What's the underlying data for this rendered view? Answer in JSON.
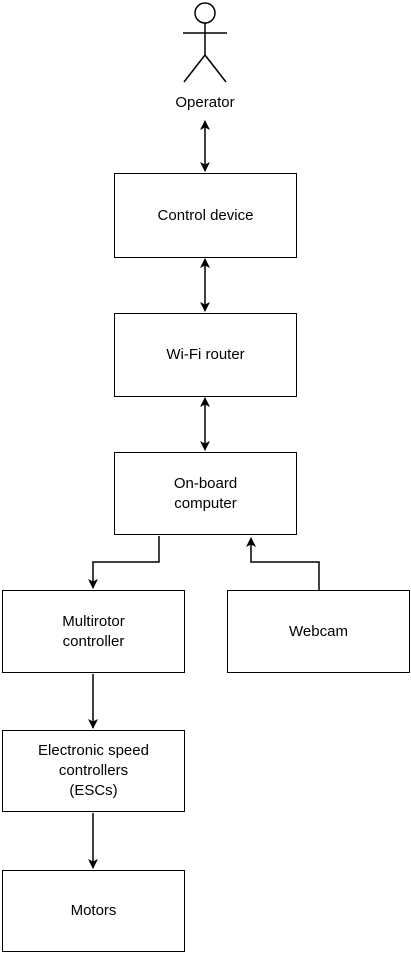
{
  "actor": {
    "label": "Operator",
    "icon": "stick-figure-icon"
  },
  "nodes": {
    "control_device": "Control device",
    "wifi_router": "Wi-Fi router",
    "onboard_computer": "On-board\ncomputer",
    "multirotor_controller": "Multirotor\ncontroller",
    "webcam": "Webcam",
    "escs": "Electronic speed\ncontrollers\n(ESCs)",
    "motors": "Motors"
  },
  "edges": [
    {
      "from": "actor",
      "to": "control_device",
      "direction": "both"
    },
    {
      "from": "control_device",
      "to": "wifi_router",
      "direction": "both"
    },
    {
      "from": "wifi_router",
      "to": "onboard_computer",
      "direction": "both"
    },
    {
      "from": "onboard_computer",
      "to": "multirotor_controller",
      "direction": "forward"
    },
    {
      "from": "webcam",
      "to": "onboard_computer",
      "direction": "forward"
    },
    {
      "from": "multirotor_controller",
      "to": "escs",
      "direction": "forward"
    },
    {
      "from": "escs",
      "to": "motors",
      "direction": "forward"
    }
  ],
  "colors": {
    "stroke": "#000000",
    "fill": "#ffffff"
  }
}
